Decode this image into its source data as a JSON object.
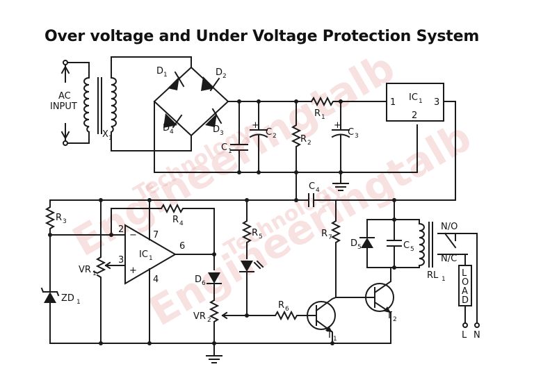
{
  "title": "Over voltage and Under Voltage Protection System",
  "watermark": {
    "line1": "Technology",
    "line2": "Engineeringtalb",
    "color": "#e7a5a5"
  },
  "labels": {
    "ac_input_1": "AC",
    "ac_input_2": "INPUT",
    "x": "X",
    "x_sub": "1",
    "d1": "D",
    "d1_sub": "1",
    "d2": "D",
    "d2_sub": "2",
    "d3": "D",
    "d3_sub": "3",
    "d4": "D",
    "d4_sub": "4",
    "c1": "C",
    "c1_sub": "1",
    "c2": "C",
    "c2_sub": "2",
    "c3": "C",
    "c3_sub": "3",
    "c4": "C",
    "c4_sub": "4",
    "c5": "C",
    "c5_sub": "5",
    "r1": "R",
    "r1_sub": "1",
    "r2": "R",
    "r2_sub": "2",
    "r3": "R",
    "r3_sub": "3",
    "r4": "R",
    "r4_sub": "4",
    "r5": "R",
    "r5_sub": "5",
    "r6": "R",
    "r6_sub": "6",
    "r7": "R",
    "r7_sub": "7",
    "ic1_reg": "IC",
    "ic1_reg_sub": "1",
    "ic_pin1": "1",
    "ic_pin2": "2",
    "ic_pin3": "3",
    "ic1_amp": "IC",
    "ic1_amp_sub": "1",
    "amp_pin2": "2",
    "amp_pin3": "3",
    "amp_pin4": "4",
    "amp_pin6": "6",
    "amp_pin7": "7",
    "amp_minus": "−",
    "amp_plus": "+",
    "vr1": "VR",
    "vr1_sub": "1",
    "vr2": "VR",
    "vr2_sub": "2",
    "zd1": "ZD",
    "zd1_sub": "1",
    "d5": "D",
    "d5_sub": "5",
    "d6": "D",
    "d6_sub": "6",
    "t1": "T",
    "t1_sub": "1",
    "t2": "T",
    "t2_sub": "2",
    "rl": "RL",
    "rl_sub": "1",
    "no": "N/O",
    "nc": "N/C",
    "load": [
      "L",
      "O",
      "A",
      "D"
    ],
    "term_l": "L",
    "term_n": "N",
    "cap_plus": "+"
  }
}
